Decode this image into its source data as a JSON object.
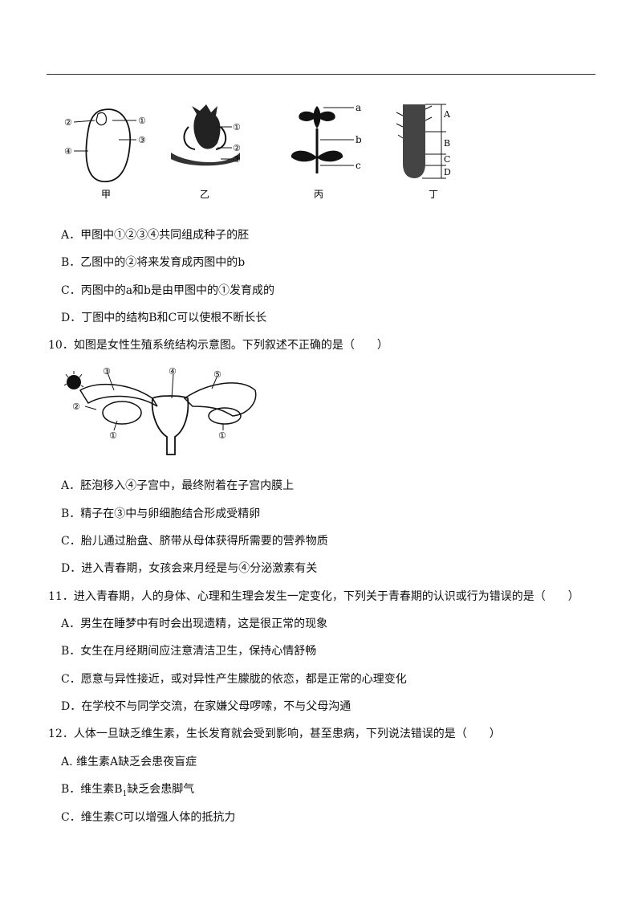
{
  "figures_top": {
    "jia": {
      "caption": "甲",
      "labels": [
        "②",
        "①",
        "④",
        "③"
      ]
    },
    "yi": {
      "caption": "乙",
      "labels": [
        "①",
        "②",
        "③"
      ]
    },
    "bing": {
      "caption": "丙",
      "labels": [
        "a",
        "b",
        "c"
      ]
    },
    "ding": {
      "caption": "丁",
      "labels": [
        "A",
        "B",
        "C",
        "D"
      ]
    }
  },
  "q9": {
    "options": [
      "A．甲图中①②③④共同组成种子的胚",
      "B．乙图中的②将来发育成丙图中的b",
      "C．丙图中的a和b是由甲图中的①发育成的",
      "D．丁图中的结构B和C可以使根不断长长"
    ]
  },
  "q10": {
    "stem": "10．如图是女性生殖系统结构示意图。下列叙述不正确的是（　　）",
    "figure_labels": [
      "③",
      "④",
      "⑤",
      "②",
      "①",
      "①"
    ],
    "options": [
      "A．胚泡移入④子宫中，最终附着在子宫内膜上",
      "B．精子在③中与卵细胞结合形成受精卵",
      "C．胎儿通过胎盘、脐带从母体获得所需要的营养物质",
      "D．进入青春期，女孩会来月经是与④分泌激素有关"
    ]
  },
  "q11": {
    "stem": "11．进入青春期，人的身体、心理和生理会发生一定变化，下列关于青春期的认识或行为错误的是（　　）",
    "options": [
      "A．男生在睡梦中有时会出现遗精，这是很正常的现象",
      "B．女生在月经期间应注意清洁卫生，保持心情舒畅",
      "C．愿意与异性接近，或对异性产生朦胧的依恋，都是正常的心理变化",
      "D．在学校不与同学交流，在家嫌父母啰嗦，不与父母沟通"
    ]
  },
  "q12": {
    "stem": "12．人体一旦缺乏维生素，生长发育就会受到影响，甚至患病，下列说法错误的是（　　）",
    "option_a": "A. 维生素A缺乏会患夜盲症",
    "option_b_prefix": "B．维生素B",
    "option_b_sub": "1",
    "option_b_suffix": "缺乏会患脚气",
    "option_c": "C．维生素C可以增强人体的抵抗力"
  }
}
